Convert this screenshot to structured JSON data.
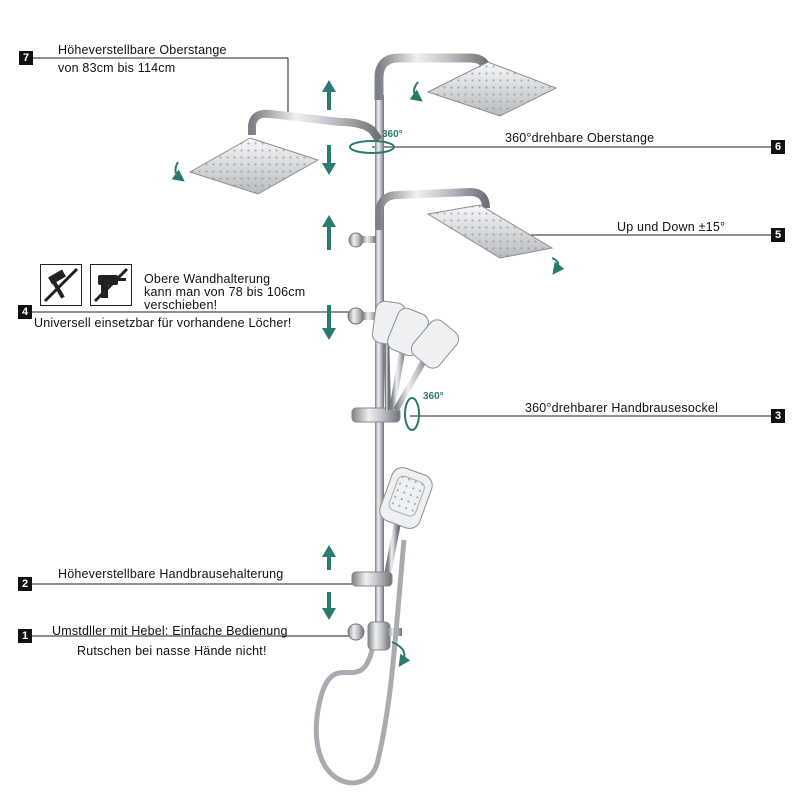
{
  "callouts": [
    {
      "number": "7",
      "lines": [
        "Höheverstellbare Oberstange",
        "von 83cm bis 114cm"
      ]
    },
    {
      "number": "6",
      "lines": [
        "360°drehbare Oberstange"
      ]
    },
    {
      "number": "5",
      "lines": [
        "Up und Down ±15°"
      ]
    },
    {
      "number": "4",
      "lines": [
        "Obere Wandhalterung",
        "kann man von 78 bis 106cm",
        "verschieben!",
        "Universell einsetzbar für vorhandene Löcher!"
      ]
    },
    {
      "number": "3",
      "lines": [
        "360°drehbarer Handbrausesockel"
      ]
    },
    {
      "number": "2",
      "lines": [
        "Höheverstellbare Handbrausehalterung"
      ]
    },
    {
      "number": "1",
      "lines": [
        "Umstdller mit Hebel: Einfache Bedienung",
        "Rutschen bei nasse Hände nicht!"
      ]
    }
  ],
  "rotation_labels": {
    "top_bar": "360°",
    "hand_shower_socket": "360°"
  },
  "icons": [
    "no-hammer-icon",
    "no-drill-icon"
  ],
  "colors": {
    "arrow": "#2a7a6e",
    "chrome": "#b9bcc0",
    "text": "#111111"
  }
}
